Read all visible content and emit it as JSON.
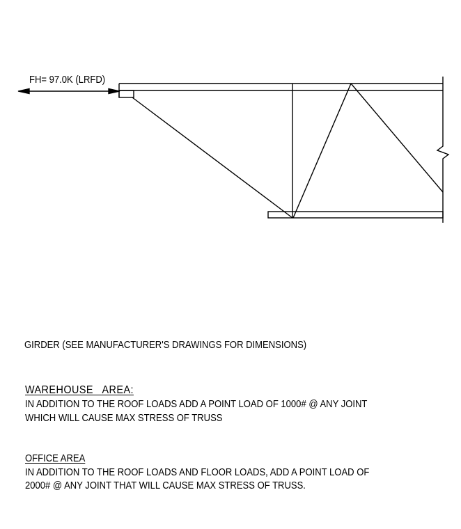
{
  "drawing": {
    "force_label": "FH= 97.0K (LRFD)"
  },
  "notes": {
    "girder": "GIRDER (SEE MANUFACTURER'S DRAWINGS FOR DIMENSIONS)",
    "warehouse": {
      "heading": "WAREHOUSE   AREA:",
      "line1": "IN ADDITION TO THE ROOF LOADS ADD A POINT LOAD OF 1000# @ ANY JOINT",
      "line2": "WHICH WILL CAUSE MAX STRESS OF TRUSS"
    },
    "office": {
      "heading": "OFFICE AREA",
      "line1": "IN ADDITION TO THE ROOF LOADS AND FLOOR LOADS, ADD A POINT LOAD OF",
      "line2": "2000# @ ANY JOINT THAT WILL CAUSE MAX STRESS OF TRUSS."
    }
  }
}
